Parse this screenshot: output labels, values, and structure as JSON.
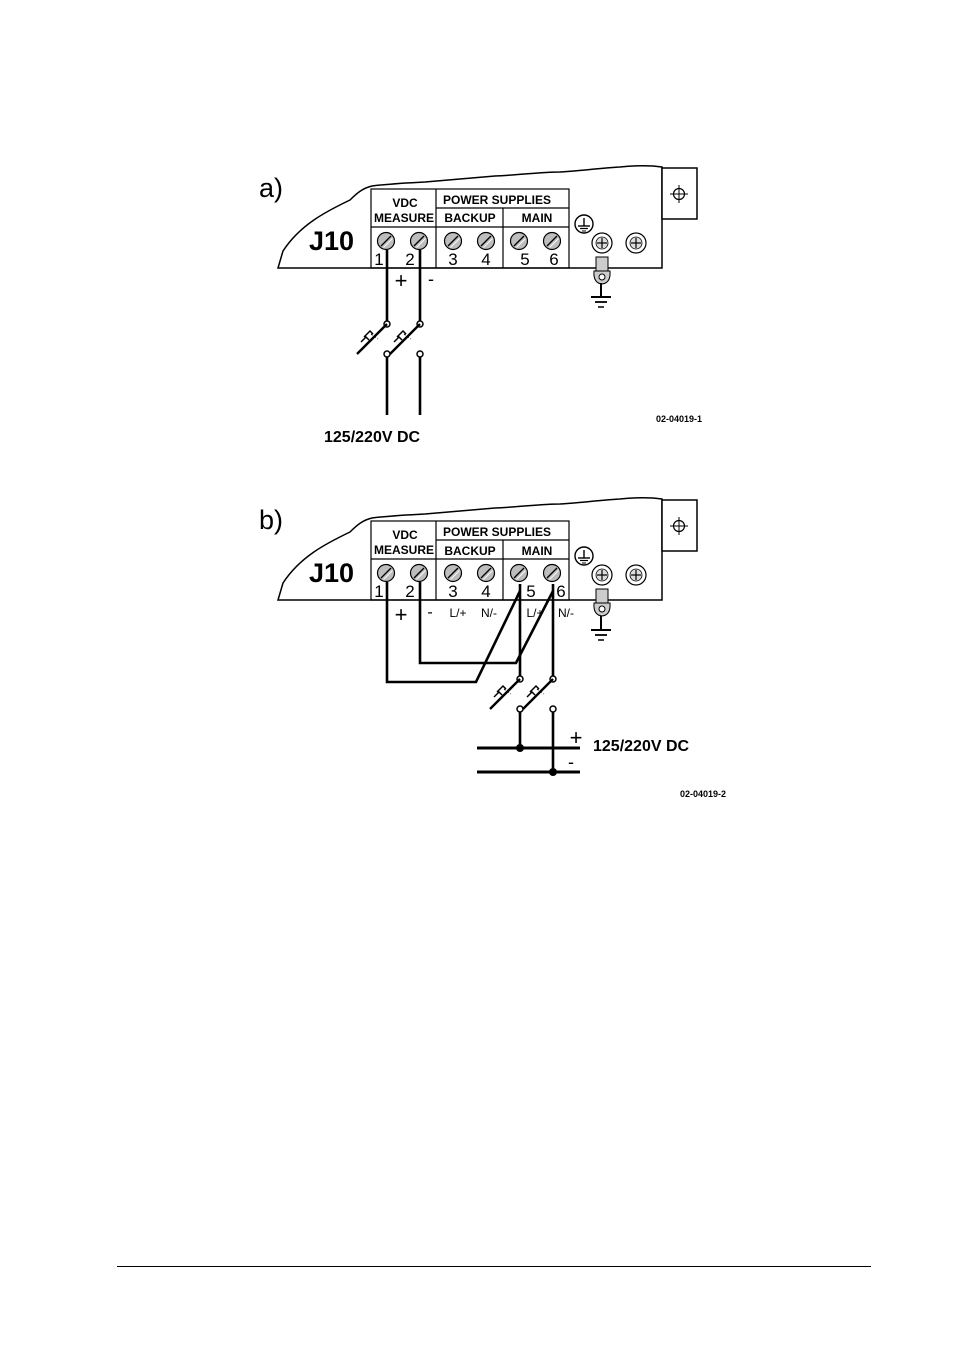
{
  "diagram_a": {
    "panel_letter": "a)",
    "connector_label": "J10",
    "header_vdc": "VDC",
    "header_measure": "MEASURE",
    "header_power_supplies": "POWER SUPPLIES",
    "header_backup": "BACKUP",
    "header_main": "MAIN",
    "terminal_numbers": [
      "1",
      "2",
      "3",
      "4",
      "5",
      "6"
    ],
    "plus_sign": "+",
    "minus_sign": "-",
    "supply_label": "125/220V DC",
    "drawing_code": "02-04019-1"
  },
  "diagram_b": {
    "panel_letter": "b)",
    "connector_label": "J10",
    "header_vdc": "VDC",
    "header_measure": "MEASURE",
    "header_power_supplies": "POWER SUPPLIES",
    "header_backup": "BACKUP",
    "header_main": "MAIN",
    "terminal_numbers": [
      "1",
      "2",
      "3",
      "4",
      "5",
      "6"
    ],
    "plus_sign": "+",
    "minus_sign": "-",
    "polarity_labels": [
      "L/+",
      "N/-",
      "L/+",
      "N/-"
    ],
    "supply_plus": "+",
    "supply_minus": "-",
    "supply_label": "125/220V DC",
    "drawing_code": "02-04019-2"
  },
  "colors": {
    "ink": "#000000",
    "paper": "#ffffff",
    "terminal_fill": "#bdbdbd"
  },
  "icons": [
    "protective-earth-icon",
    "ground-symbol-icon",
    "screw-icon",
    "mounting-hole-icon",
    "breaker-switch-icon"
  ]
}
